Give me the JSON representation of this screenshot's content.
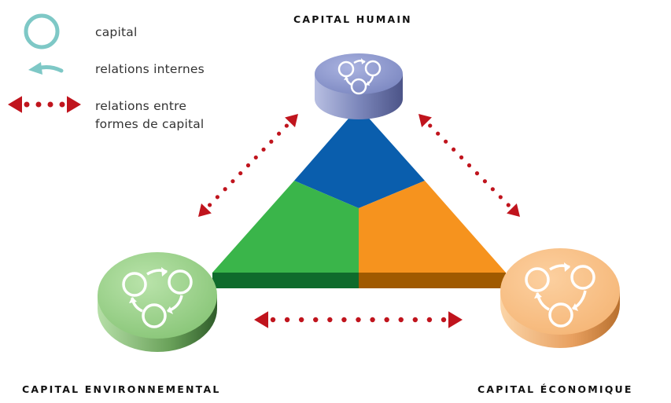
{
  "legend": {
    "capital": "capital",
    "internal_relations": "relations internes",
    "between_line1": "relations entre",
    "between_line2": "formes de capital"
  },
  "nodes": {
    "human": "CAPITAL HUMAIN",
    "environmental": "CAPITAL ENVIRONNEMENTAL",
    "economic": "CAPITAL ÉCONOMIQUE"
  },
  "colors": {
    "legend_circle": "#7ec8c6",
    "legend_arrow": "#7ec8c6",
    "relation_arrow": "#c0141d",
    "triangle_blue": "#0a5ead",
    "triangle_green": "#3ab54a",
    "triangle_orange": "#f6931e",
    "base_green": "#0f6b2c",
    "base_orange": "#a05a00",
    "disc_human": "#8f9bcf",
    "disc_environmental": "#9fd48f",
    "disc_economic": "#f9c289"
  }
}
